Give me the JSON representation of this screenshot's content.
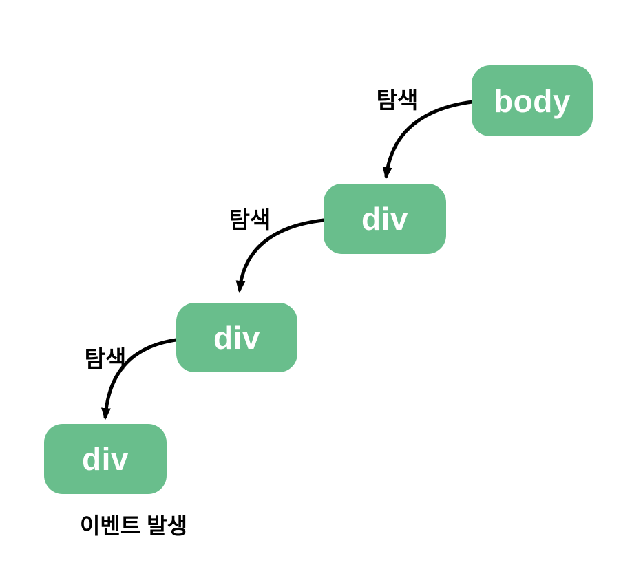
{
  "diagram": {
    "nodes": [
      {
        "label": "body"
      },
      {
        "label": "div"
      },
      {
        "label": "div"
      },
      {
        "label": "div"
      }
    ],
    "edge_labels": [
      "탐색",
      "탐색",
      "탐색"
    ],
    "caption": "이벤트 발생",
    "colors": {
      "node_fill": "#69be8c",
      "node_text": "#ffffff",
      "arrow": "#000000",
      "label_text": "#000000",
      "background": "#ffffff"
    }
  }
}
